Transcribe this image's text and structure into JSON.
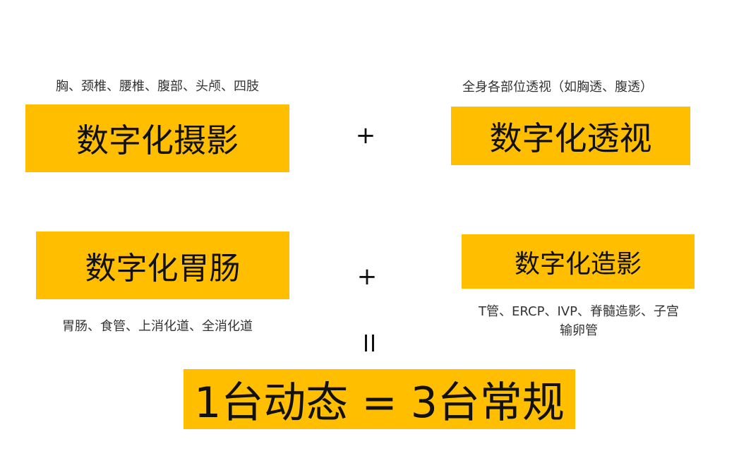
{
  "top_left": {
    "caption": "胸、颈椎、腰椎、腹部、头颅、四肢",
    "label": "数字化摄影"
  },
  "top_right": {
    "caption": "全身各部位透视（如胸透、腹透）",
    "label": "数字化透视"
  },
  "bottom_left": {
    "caption": "胃肠、食管、上消化道、全消化道",
    "label": "数字化胃肠"
  },
  "bottom_right": {
    "caption_line1": "T管、ERCP、IVP、脊髓造影、子宫",
    "caption_line2": "输卵管",
    "label": "数字化造影"
  },
  "operators": {
    "plus_top": "+",
    "plus_bottom": "+"
  },
  "result": {
    "label": "1台动态 = 3台常规"
  },
  "colors": {
    "box_fill": "#ffbf00",
    "text": "#111111",
    "background": "#ffffff"
  }
}
